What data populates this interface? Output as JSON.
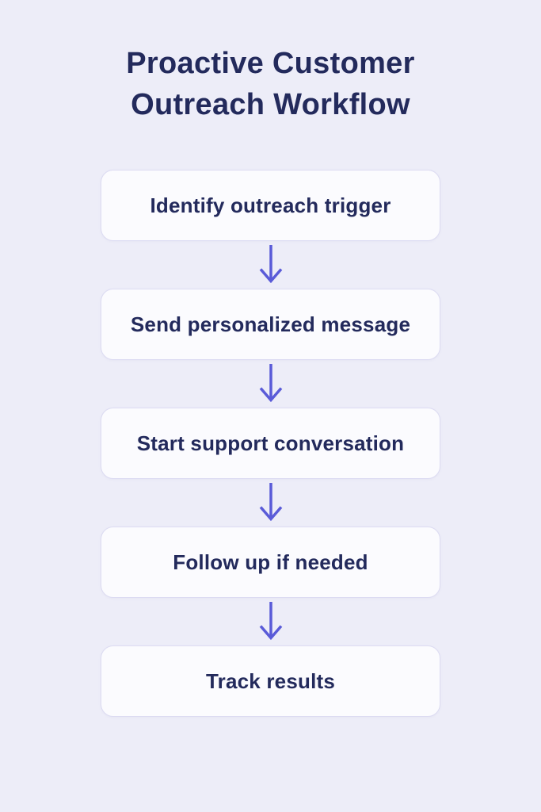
{
  "title": {
    "line1": "Proactive Customer",
    "line2": "Outreach Workflow"
  },
  "flow": {
    "steps": [
      {
        "label": "Identify outreach trigger"
      },
      {
        "label": "Send personalized message"
      },
      {
        "label": "Start support conversation"
      },
      {
        "label": "Follow up if needed"
      },
      {
        "label": "Track results"
      }
    ]
  },
  "icons": {
    "connector": "down-arrow-icon"
  },
  "colors": {
    "background": "#EDEDF8",
    "node_fill": "#FBFBFE",
    "node_border": "#DCDBF2",
    "text": "#232A5C",
    "arrow": "#5A5BD8"
  }
}
